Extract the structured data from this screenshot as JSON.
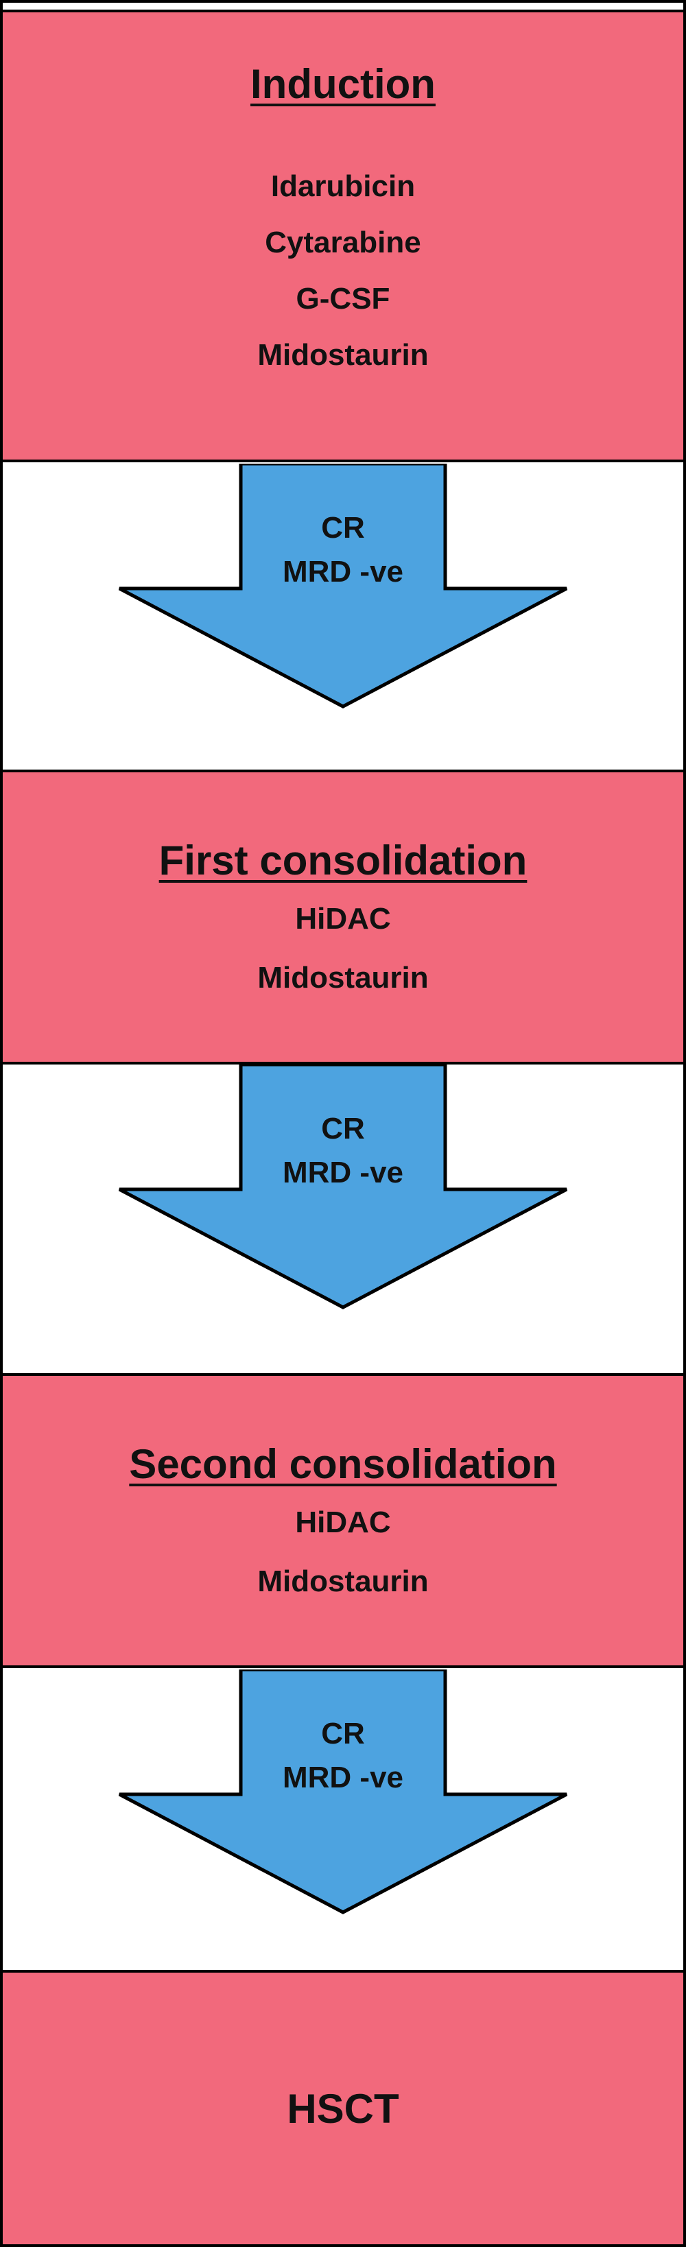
{
  "diagram": {
    "boxes": [
      {
        "title": "Induction",
        "items": [
          "Idarubicin",
          "Cytarabine",
          "G-CSF",
          "Midostaurin"
        ]
      },
      {
        "title": "First consolidation",
        "items": [
          "HiDAC",
          "Midostaurin"
        ]
      },
      {
        "title": "Second consolidation",
        "items": [
          "HiDAC",
          "Midostaurin"
        ]
      },
      {
        "title": "HSCT",
        "items": []
      }
    ],
    "arrows": [
      {
        "lines": [
          "CR",
          "MRD -ve"
        ]
      },
      {
        "lines": [
          "CR",
          "MRD -ve"
        ]
      },
      {
        "lines": [
          "CR",
          "MRD -ve"
        ]
      }
    ],
    "colors": {
      "box_fill": "#F2697C",
      "arrow_fill": "#4DA3E0",
      "border": "#000000"
    }
  }
}
